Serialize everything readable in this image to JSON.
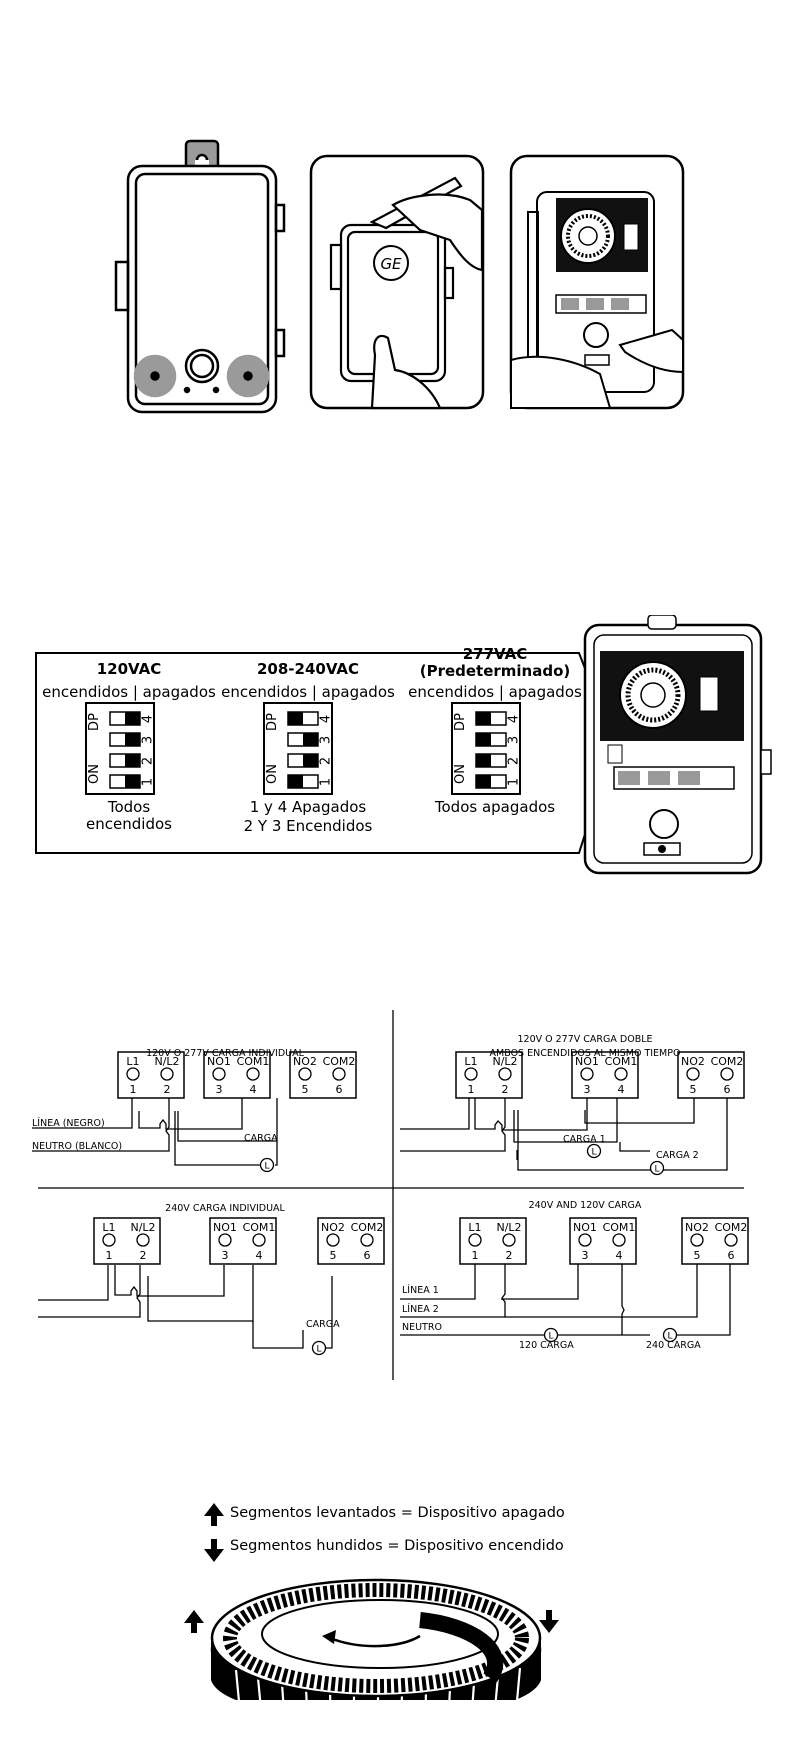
{
  "panel1": {
    "logo": "GE"
  },
  "dip": {
    "columns": [
      {
        "title": "120VAC",
        "title2": "",
        "subtitle": "encendidos | apagados",
        "note1": "Todos",
        "note2": "encendidos"
      },
      {
        "title": "208-240VAC",
        "title2": "",
        "subtitle": "encendidos | apagados",
        "note1": "1 y 4 Apagados",
        "note2": "2 Y 3 Encendidos"
      },
      {
        "title": "277VAC",
        "title2": "(Predeterminado)",
        "subtitle": "encendidos | apagados",
        "note1": "Todos apagados",
        "note2": ""
      }
    ],
    "switch_label_top": "DP",
    "switch_label_bottom": "ON",
    "switch_numbers": [
      "4",
      "3",
      "2",
      "1"
    ]
  },
  "wiring": {
    "terminals": {
      "L1": "L1",
      "NL2": "N/L2",
      "NO1": "NO1",
      "COM1": "COM1",
      "NO2": "NO2",
      "COM2": "COM2",
      "n1": "1",
      "n2": "2",
      "n3": "3",
      "n4": "4",
      "n5": "5",
      "n6": "6"
    },
    "load_symbol": "L",
    "q1": {
      "title": "120V O 277V CARGA INDIVIDUAL",
      "line": "LÍNEA (NEGRO)",
      "neutral": "NEUTRO (BLANCO)",
      "load": "CARGA"
    },
    "q2": {
      "title1": "120V O 277V CARGA DOBLE",
      "title2": "AMBOS ENCENDIDOS AL MISMO TIEMPO",
      "load1": "CARGA 1",
      "load2": "CARGA 2"
    },
    "q3": {
      "title": "240V CARGA INDIVIDUAL",
      "load": "CARGA"
    },
    "q4": {
      "title": "240V AND 120V CARGA",
      "line1": "LÍNEA 1",
      "line2": "LÍNEA 2",
      "neutral": "NEUTRO",
      "load120": "120 CARGA",
      "load240": "240 CARGA"
    }
  },
  "legend": {
    "raised": "Segmentos levantados = Dispositivo apagado",
    "sunk": "Segmentos hundidos = Dispositivo encendido"
  }
}
